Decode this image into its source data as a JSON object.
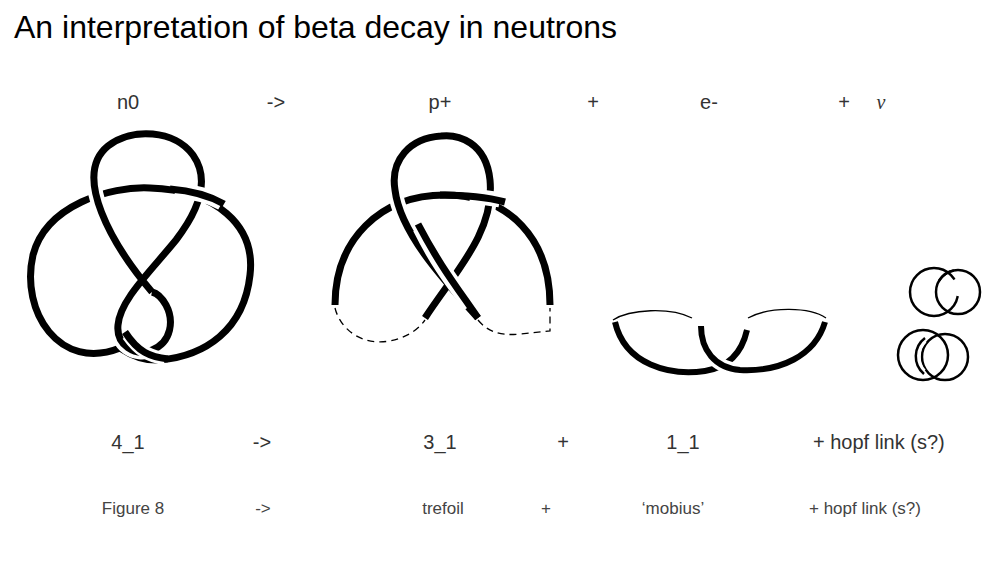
{
  "diagram": {
    "title": "An interpretation of beta decay in neutrons",
    "labels": [
      "n0",
      "->",
      "p+",
      "+",
      "e-",
      "+",
      "ν",
      "4_1",
      "->",
      "3_1",
      "+",
      "1_1",
      "+ hopf link (s?)",
      "Figure 8",
      "->",
      "trefoil",
      "+",
      "‘mobius’",
      "+ hopf link (s?)"
    ]
  }
}
